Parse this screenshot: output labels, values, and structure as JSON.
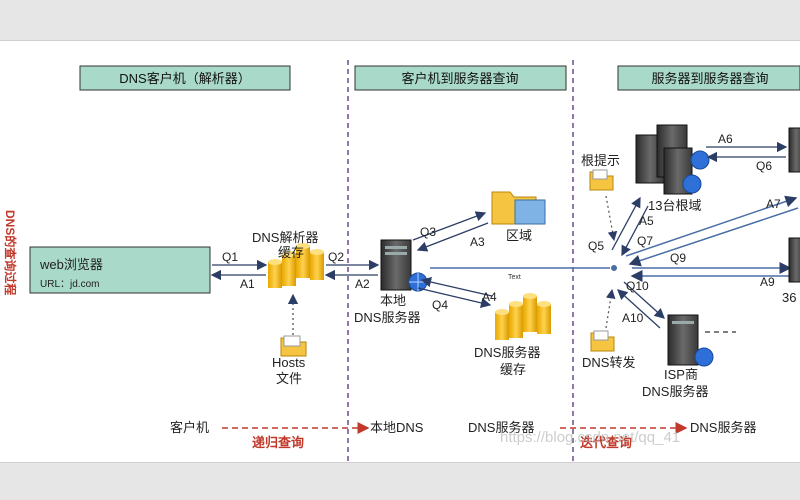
{
  "headers": {
    "client": "DNS客户机（解析器）",
    "client_to_server": "客户机到服务器查询",
    "server_to_server": "服务器到服务器查询"
  },
  "side_title": "DNS的查询过程",
  "browser": {
    "title": "web浏览器",
    "url": "URL：jd.com"
  },
  "resolver_cache": {
    "line1": "DNS解析器",
    "line2": "缓存"
  },
  "hosts_file": {
    "line1": "Hosts",
    "line2": "文件"
  },
  "local_dns": {
    "line1": "本地",
    "line2": "DNS服务器"
  },
  "zone": "区域",
  "dns_cache": {
    "line1": "DNS服务器",
    "line2": "缓存"
  },
  "root_hints": "根提示",
  "root_servers": "13台根域",
  "dns_forward": "DNS转发",
  "isp_dns": {
    "line1": "ISP商",
    "line2": "DNS服务器"
  },
  "partial_label": "36",
  "center_text": "Text",
  "arrows": {
    "q1": "Q1",
    "a1": "A1",
    "q2": "Q2",
    "a2": "A2",
    "q3": "Q3",
    "a3": "A3",
    "q4": "Q4",
    "a4": "A4",
    "q5": "Q5",
    "a5": "A5",
    "q6": "Q6",
    "a6": "A6",
    "q7": "Q7",
    "a7": "A7",
    "q9": "Q9",
    "a9": "A9",
    "q10": "Q10",
    "a10": "A10"
  },
  "footer": {
    "client": "客户机",
    "recursive": "递归查询",
    "local_dns": "本地DNS",
    "dns_server_1": "DNS服务器",
    "iterative": "迭代查询",
    "dns_server_2": "DNS服务器"
  },
  "watermark": "https://blog.csdn.net/qq_41"
}
